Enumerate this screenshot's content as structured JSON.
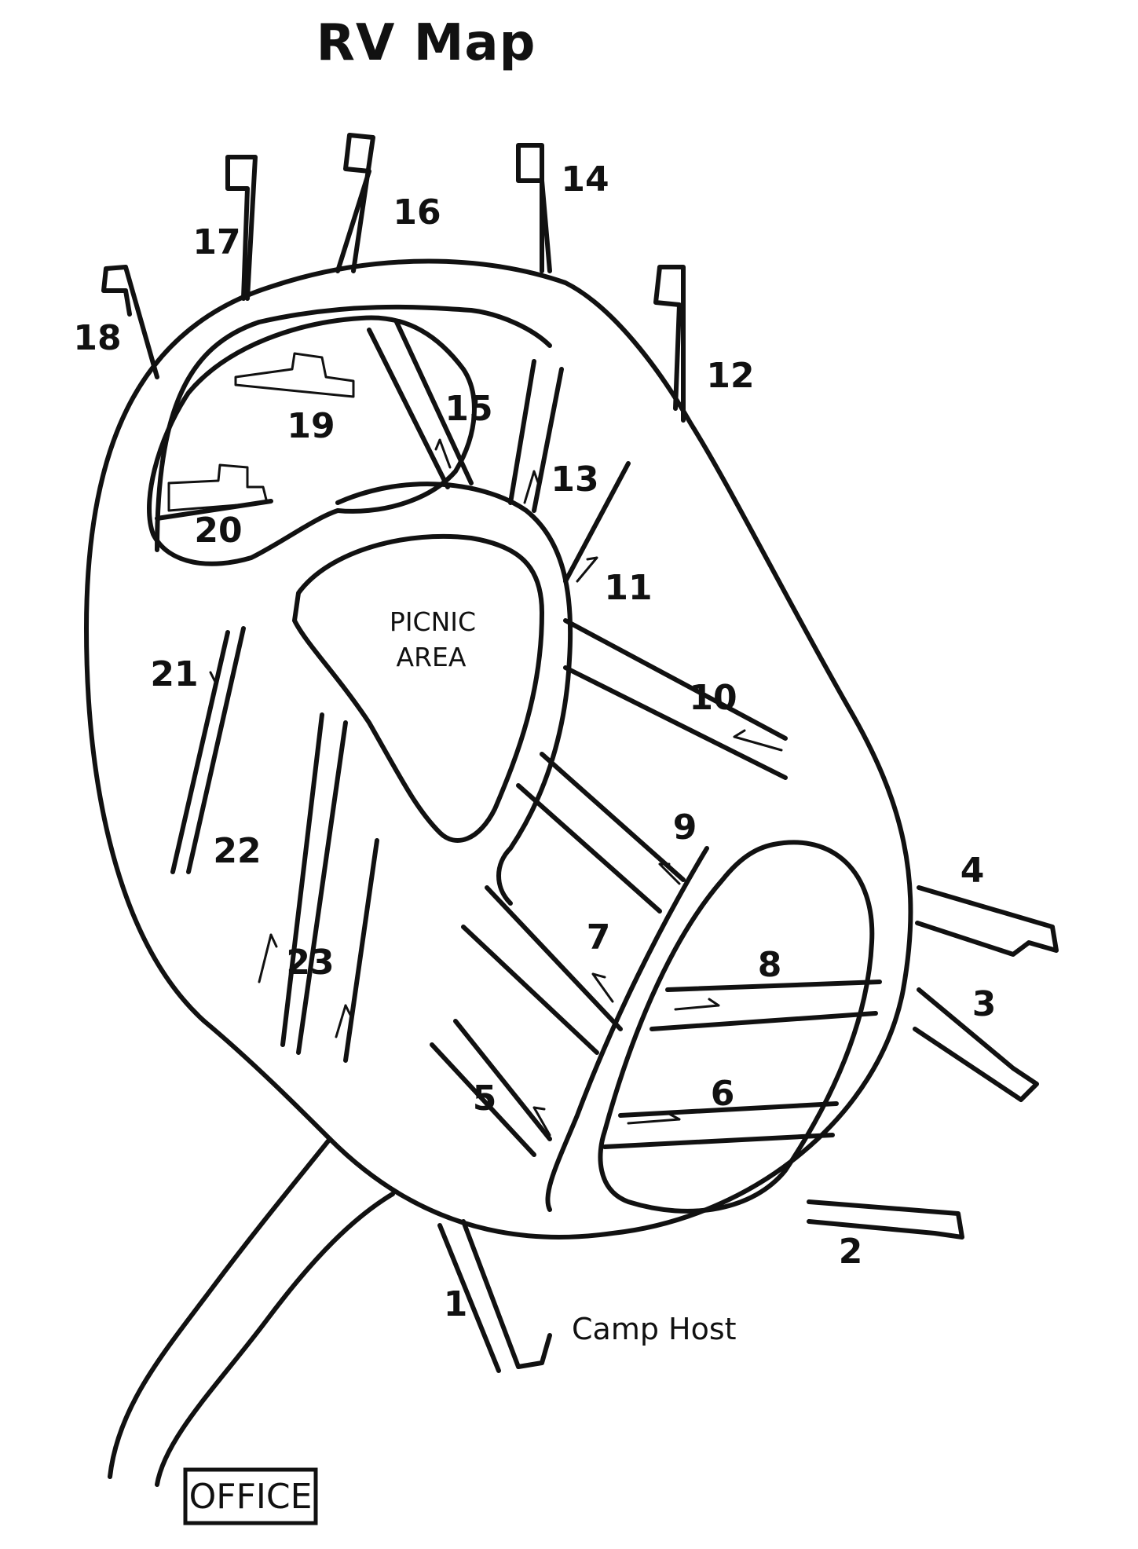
{
  "title": "RV Map",
  "picnic": {
    "line1": "PICNIC",
    "line2": "AREA"
  },
  "camp_host": "Camp Host",
  "office": "OFFICE",
  "sites": [
    "1",
    "2",
    "3",
    "4",
    "5",
    "6",
    "7",
    "8",
    "9",
    "10",
    "11",
    "12",
    "13",
    "14",
    "15",
    "16",
    "17",
    "18",
    "19",
    "20",
    "21",
    "22",
    "23"
  ]
}
